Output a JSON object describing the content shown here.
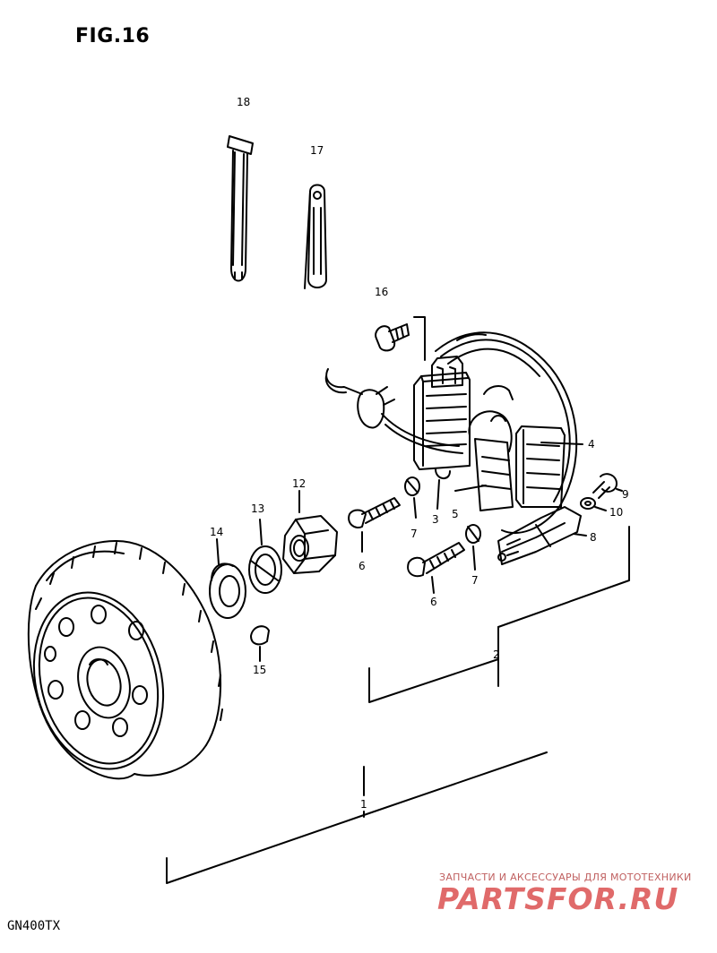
{
  "figure": {
    "title": "FIG.16",
    "model": "GN400TX"
  },
  "callouts": [
    {
      "id": "1",
      "label": "1"
    },
    {
      "id": "2",
      "label": "2"
    },
    {
      "id": "3",
      "label": "3"
    },
    {
      "id": "4",
      "label": "4"
    },
    {
      "id": "5",
      "label": "5"
    },
    {
      "id": "6a",
      "label": "6"
    },
    {
      "id": "6b",
      "label": "6"
    },
    {
      "id": "7a",
      "label": "7"
    },
    {
      "id": "7b",
      "label": "7"
    },
    {
      "id": "8",
      "label": "8"
    },
    {
      "id": "9",
      "label": "9"
    },
    {
      "id": "10",
      "label": "10"
    },
    {
      "id": "12",
      "label": "12"
    },
    {
      "id": "13",
      "label": "13"
    },
    {
      "id": "14",
      "label": "14"
    },
    {
      "id": "15",
      "label": "15"
    },
    {
      "id": "16",
      "label": "16"
    },
    {
      "id": "17",
      "label": "17"
    },
    {
      "id": "18",
      "label": "18"
    }
  ],
  "watermark": {
    "line1": "ЗАПЧАСТИ И АКСЕССУАРЫ ДЛЯ МОТОТЕХНИКИ",
    "line2": "PARTSFOR.RU"
  }
}
